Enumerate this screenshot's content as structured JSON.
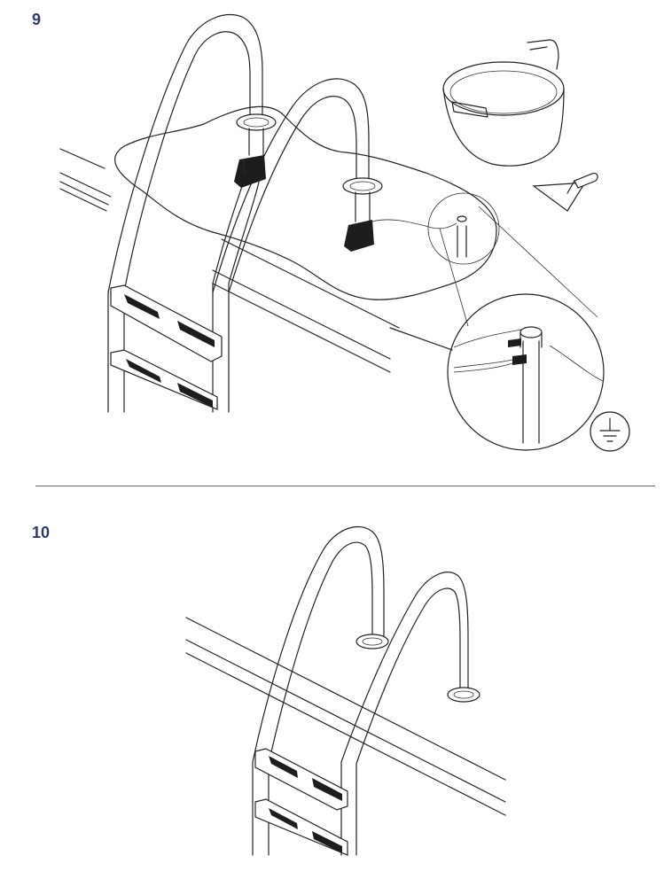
{
  "steps": [
    {
      "number": "9",
      "symbols": [
        "ground-symbol"
      ]
    },
    {
      "number": "10"
    }
  ],
  "colors": {
    "step_number": "#2e3a6e",
    "divider": "#666666",
    "line": "#222222"
  }
}
